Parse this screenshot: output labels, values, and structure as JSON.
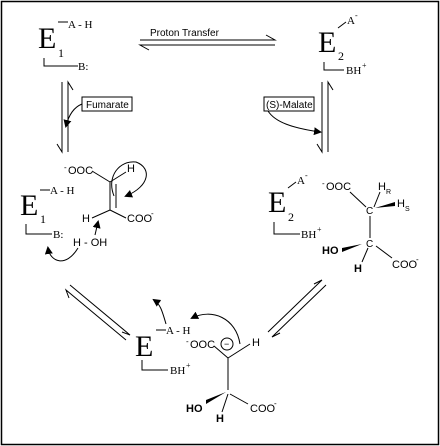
{
  "states": {
    "top_left": {
      "letter": "E",
      "sub": "1",
      "acid": "A - H",
      "base": "B:"
    },
    "top_right": {
      "letter": "E",
      "sub": "2",
      "acid": "A",
      "acid_sup": "-",
      "base": "BH",
      "base_sup": "+"
    },
    "mid_left": {
      "letter": "E",
      "sub": "1",
      "acid": "A - H",
      "base": "B:"
    },
    "mid_right": {
      "letter": "E",
      "sub": "2",
      "acid": "A",
      "acid_sup": "-",
      "base": "BH",
      "base_sup": "+"
    },
    "bottom": {
      "letter": "E",
      "acid": "A - H",
      "base": "BH",
      "base_sup": "+"
    }
  },
  "labels": {
    "proton_transfer": "Proton Transfer",
    "fumarate": "Fumarate",
    "s_malate": "(S)-Malate"
  },
  "fumarate_structure": {
    "left_group_pre": "-",
    "left_group": "OOC",
    "h_top": "H",
    "h_bottom": "H",
    "right_group": "COO",
    "right_group_sup": "-",
    "water": "H - OH"
  },
  "malate_structure": {
    "left_group_pre": "-",
    "left_group": "OOC",
    "c_top": "C",
    "c_bottom": "C",
    "h_r": "H",
    "h_r_sub": "R",
    "h_s": "H",
    "h_s_sub": "S",
    "ho": "HO",
    "h_bottom": "H",
    "right_group": "COO",
    "right_group_sup": "-"
  },
  "carbanion_structure": {
    "left_group_pre": "-",
    "left_group": "OOC",
    "charge": "−",
    "h_top": "H",
    "ho": "HO",
    "h_bottom": "H",
    "right_group": "COO",
    "right_group_sup": "-"
  },
  "colors": {
    "ink": "#000000",
    "paper": "#ffffff"
  }
}
